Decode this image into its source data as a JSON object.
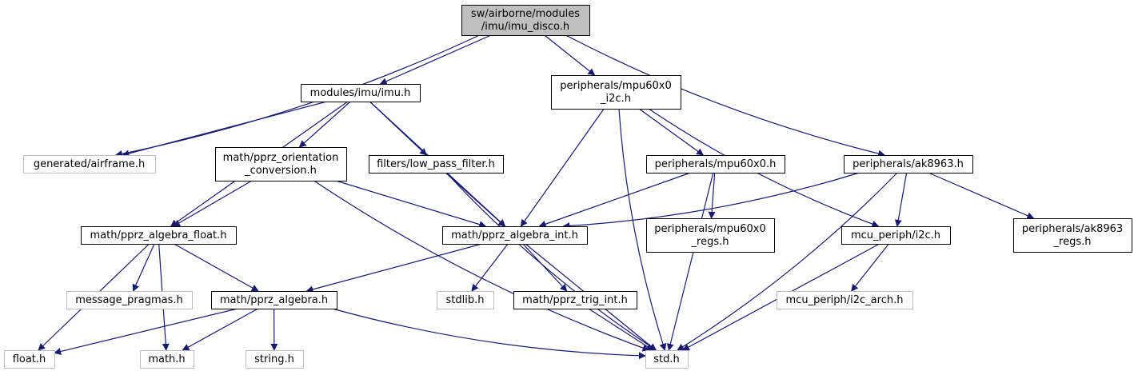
{
  "diagram": {
    "type": "include-dependency-graph",
    "colors": {
      "edge": "#191970",
      "root_fill": "#bfbfbf",
      "node_border": "#000000",
      "external_border": "#bfbfbf",
      "node_fill": "#ffffff"
    },
    "nodes": [
      {
        "id": "root",
        "lines": [
          "sw/airborne/modules",
          "/imu/imu_disco.h"
        ],
        "kind": "root"
      },
      {
        "id": "imu_h",
        "lines": [
          "modules/imu/imu.h"
        ],
        "kind": "normal"
      },
      {
        "id": "mpu_i2c",
        "lines": [
          "peripherals/mpu60x0",
          "_i2c.h"
        ],
        "kind": "normal"
      },
      {
        "id": "airframe",
        "lines": [
          "generated/airframe.h"
        ],
        "kind": "external"
      },
      {
        "id": "orient",
        "lines": [
          "math/pprz_orientation",
          "_conversion.h"
        ],
        "kind": "normal"
      },
      {
        "id": "lpf",
        "lines": [
          "filters/low_pass_filter.h"
        ],
        "kind": "normal"
      },
      {
        "id": "mpu",
        "lines": [
          "peripherals/mpu60x0.h"
        ],
        "kind": "normal"
      },
      {
        "id": "ak",
        "lines": [
          "peripherals/ak8963.h"
        ],
        "kind": "normal"
      },
      {
        "id": "alg_float",
        "lines": [
          "math/pprz_algebra_float.h"
        ],
        "kind": "normal"
      },
      {
        "id": "alg_int",
        "lines": [
          "math/pprz_algebra_int.h"
        ],
        "kind": "normal"
      },
      {
        "id": "mpu_regs",
        "lines": [
          "peripherals/mpu60x0",
          "_regs.h"
        ],
        "kind": "normal"
      },
      {
        "id": "i2c",
        "lines": [
          "mcu_periph/i2c.h"
        ],
        "kind": "normal"
      },
      {
        "id": "ak_regs",
        "lines": [
          "peripherals/ak8963",
          "_regs.h"
        ],
        "kind": "normal"
      },
      {
        "id": "msg_prag",
        "lines": [
          "message_pragmas.h"
        ],
        "kind": "external"
      },
      {
        "id": "alg",
        "lines": [
          "math/pprz_algebra.h"
        ],
        "kind": "normal"
      },
      {
        "id": "stdlib",
        "lines": [
          "stdlib.h"
        ],
        "kind": "external"
      },
      {
        "id": "trig",
        "lines": [
          "math/pprz_trig_int.h"
        ],
        "kind": "normal"
      },
      {
        "id": "i2c_arch",
        "lines": [
          "mcu_periph/i2c_arch.h"
        ],
        "kind": "external"
      },
      {
        "id": "float",
        "lines": [
          "float.h"
        ],
        "kind": "external"
      },
      {
        "id": "math",
        "lines": [
          "math.h"
        ],
        "kind": "external"
      },
      {
        "id": "string",
        "lines": [
          "string.h"
        ],
        "kind": "external"
      },
      {
        "id": "std",
        "lines": [
          "std.h"
        ],
        "kind": "external"
      }
    ],
    "edges": [
      [
        "root",
        "imu_h"
      ],
      [
        "root",
        "mpu_i2c"
      ],
      [
        "root",
        "airframe"
      ],
      [
        "root",
        "ak"
      ],
      [
        "imu_h",
        "airframe"
      ],
      [
        "imu_h",
        "orient"
      ],
      [
        "imu_h",
        "lpf"
      ],
      [
        "imu_h",
        "alg_float"
      ],
      [
        "imu_h",
        "alg_int"
      ],
      [
        "mpu_i2c",
        "mpu"
      ],
      [
        "mpu_i2c",
        "alg_int"
      ],
      [
        "mpu_i2c",
        "i2c"
      ],
      [
        "mpu_i2c",
        "std"
      ],
      [
        "orient",
        "alg_float"
      ],
      [
        "orient",
        "alg_int"
      ],
      [
        "orient",
        "std"
      ],
      [
        "lpf",
        "alg_int"
      ],
      [
        "lpf",
        "std"
      ],
      [
        "mpu",
        "alg_int"
      ],
      [
        "mpu",
        "mpu_regs"
      ],
      [
        "mpu",
        "std"
      ],
      [
        "ak",
        "alg_int"
      ],
      [
        "ak",
        "i2c"
      ],
      [
        "ak",
        "ak_regs"
      ],
      [
        "ak",
        "std"
      ],
      [
        "alg_float",
        "msg_prag"
      ],
      [
        "alg_float",
        "alg"
      ],
      [
        "alg_float",
        "float"
      ],
      [
        "alg_float",
        "math"
      ],
      [
        "alg_int",
        "alg"
      ],
      [
        "alg_int",
        "stdlib"
      ],
      [
        "alg_int",
        "trig"
      ],
      [
        "alg_int",
        "std"
      ],
      [
        "i2c",
        "i2c_arch"
      ],
      [
        "i2c",
        "std"
      ],
      [
        "alg",
        "float"
      ],
      [
        "alg",
        "math"
      ],
      [
        "alg",
        "string"
      ],
      [
        "alg",
        "std"
      ],
      [
        "trig",
        "std"
      ]
    ]
  }
}
